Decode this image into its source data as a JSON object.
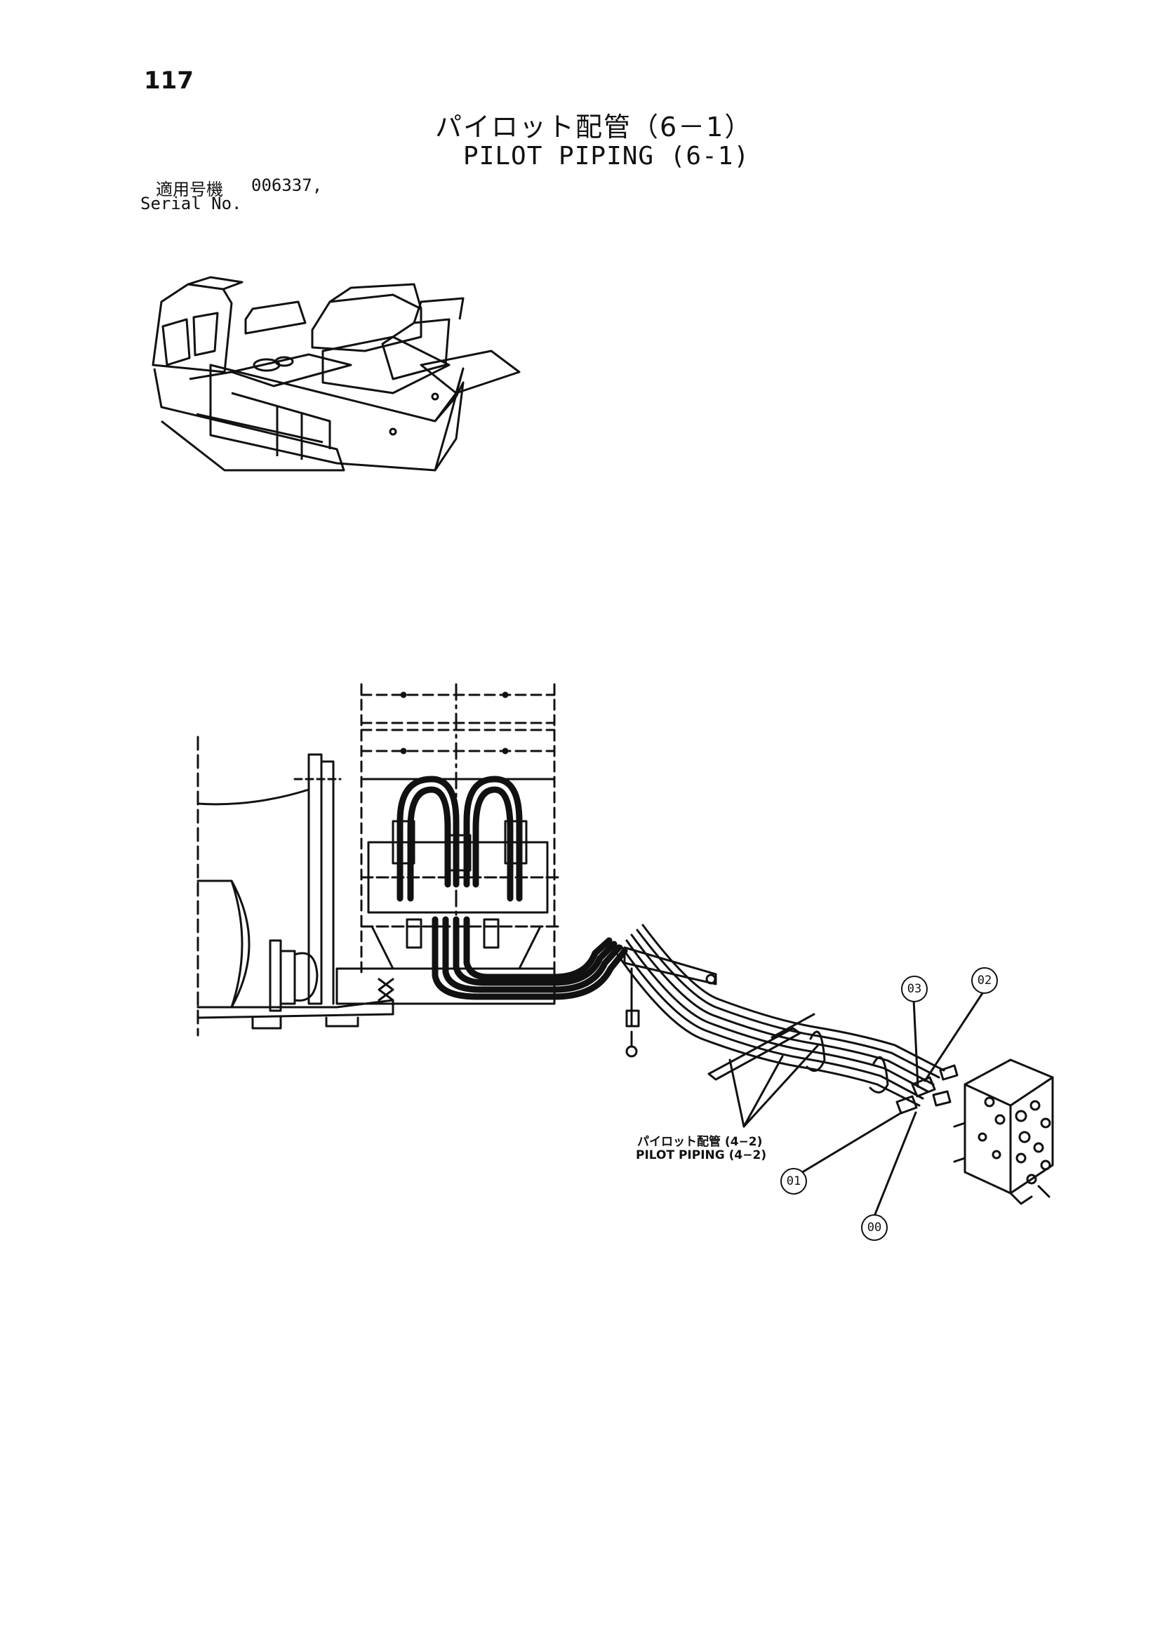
{
  "page": {
    "number": "117"
  },
  "title": {
    "jp": "パイロット配管（6－1）",
    "en": "PILOT PIPING (6-1)"
  },
  "serial": {
    "label_jp": "適用号機",
    "value": "006337,",
    "label_en": "Serial No."
  },
  "reference": {
    "jp": "パイロット配管 (4−2)",
    "en": "PILOT PIPING (4−2)"
  },
  "callouts": [
    "03",
    "02",
    "01",
    "00"
  ]
}
